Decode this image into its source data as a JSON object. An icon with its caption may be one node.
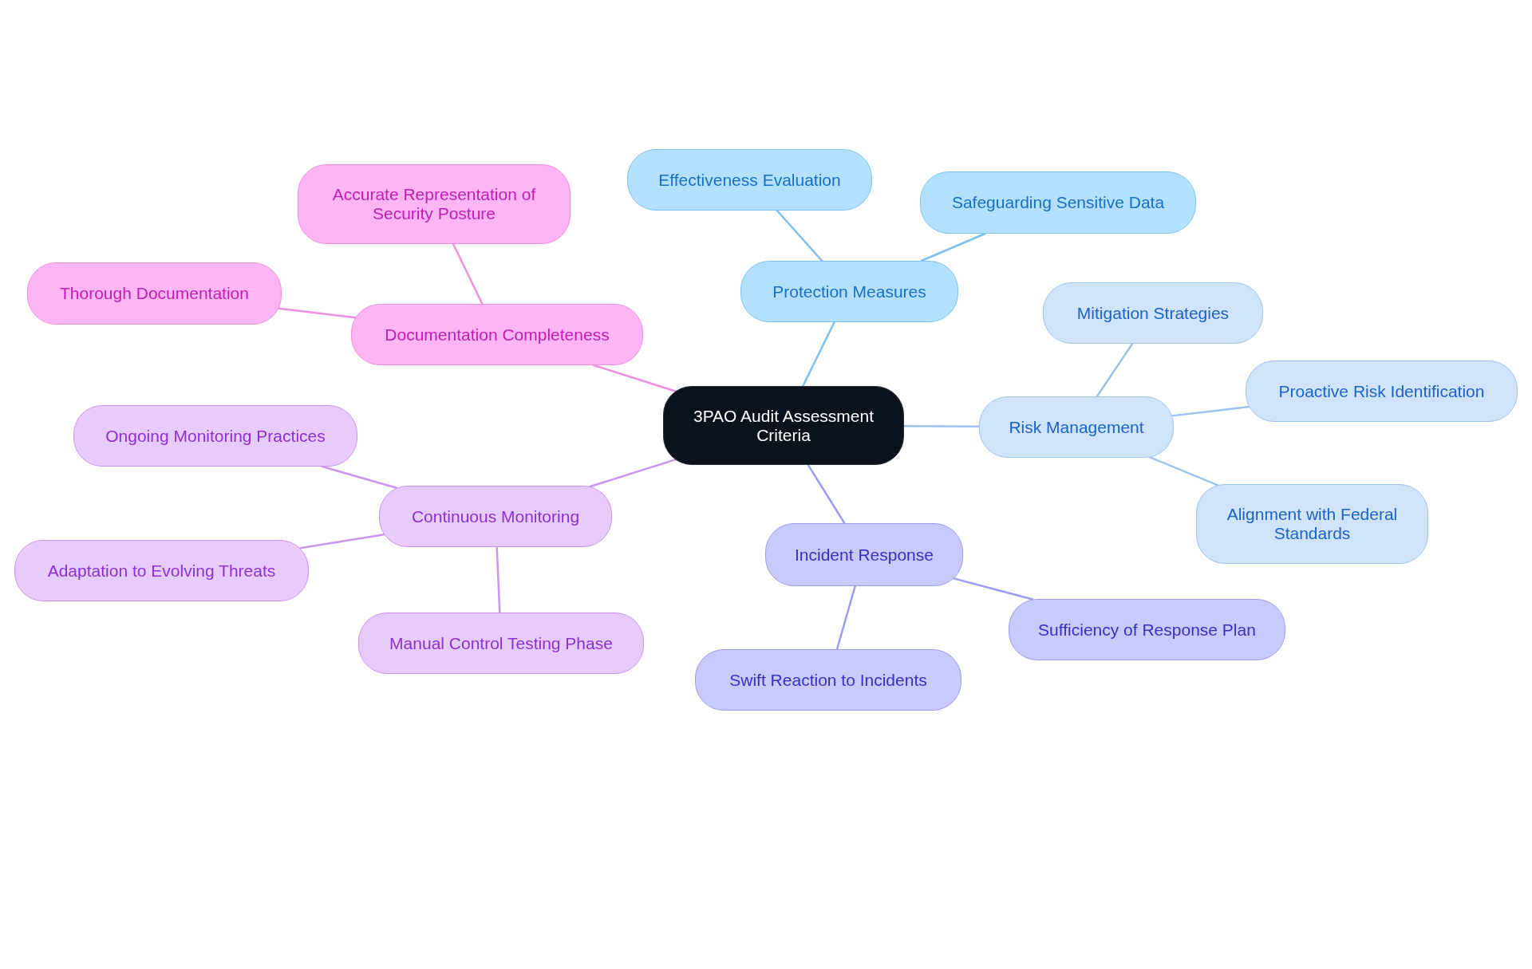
{
  "diagram": {
    "nodes": [
      {
        "text": [
          "3PAO Audit Assessment Criteria"
        ]
      },
      {
        "text": [
          "Protection Measures"
        ]
      },
      {
        "text": [
          "Effectiveness Evaluation"
        ]
      },
      {
        "text": [
          "Safeguarding Sensitive Data"
        ]
      },
      {
        "text": [
          "Risk Management"
        ]
      },
      {
        "text": [
          "Mitigation Strategies"
        ]
      },
      {
        "text": [
          "Proactive Risk Identification"
        ]
      },
      {
        "text": [
          "Alignment with Federal Standards"
        ]
      },
      {
        "text": [
          "Incident Response"
        ]
      },
      {
        "text": [
          "Sufficiency of Response Plan"
        ]
      },
      {
        "text": [
          "Swift Reaction to Incidents"
        ]
      },
      {
        "text": [
          "Continuous Monitoring"
        ]
      },
      {
        "text": [
          "Ongoing Monitoring Practices"
        ]
      },
      {
        "text": [
          "Adaptation to Evolving Threats"
        ]
      },
      {
        "text": [
          "Manual Control Testing Phase"
        ]
      },
      {
        "text": [
          "Documentation Completeness"
        ]
      },
      {
        "text": [
          "Accurate Representation of Security Posture"
        ]
      },
      {
        "text": [
          "Thorough Documentation"
        ]
      }
    ],
    "edges": [
      {
        "from": 0,
        "to": 1,
        "arrow": "none",
        "color": "#7cc0f0"
      },
      {
        "from": 1,
        "to": 2,
        "arrow": "none",
        "color": "#7cc0f0"
      },
      {
        "from": 1,
        "to": 3,
        "arrow": "none",
        "color": "#7cc0f0"
      },
      {
        "from": 0,
        "to": 4,
        "arrow": "none",
        "color": "#9cc2ee"
      },
      {
        "from": 4,
        "to": 5,
        "arrow": "none",
        "color": "#9cc2ee"
      },
      {
        "from": 4,
        "to": 6,
        "arrow": "none",
        "color": "#9cc2ee"
      },
      {
        "from": 4,
        "to": 7,
        "arrow": "none",
        "color": "#9cc2ee"
      },
      {
        "from": 0,
        "to": 8,
        "arrow": "none",
        "color": "#9c9cf0"
      },
      {
        "from": 8,
        "to": 9,
        "arrow": "none",
        "color": "#9c9cf0"
      },
      {
        "from": 8,
        "to": 10,
        "arrow": "none",
        "color": "#9c9cf0"
      },
      {
        "from": 0,
        "to": 11,
        "arrow": "none",
        "color": "#c996ef"
      },
      {
        "from": 11,
        "to": 12,
        "arrow": "none",
        "color": "#c996ef"
      },
      {
        "from": 11,
        "to": 13,
        "arrow": "none",
        "color": "#c996ef"
      },
      {
        "from": 11,
        "to": 14,
        "arrow": "none",
        "color": "#c996ef"
      },
      {
        "from": 0,
        "to": 15,
        "arrow": "none",
        "color": "#ef8fe0"
      },
      {
        "from": 15,
        "to": 16,
        "arrow": "none",
        "color": "#ef8fe0"
      },
      {
        "from": 15,
        "to": 17,
        "arrow": "none",
        "color": "#ef8fe0"
      }
    ]
  }
}
